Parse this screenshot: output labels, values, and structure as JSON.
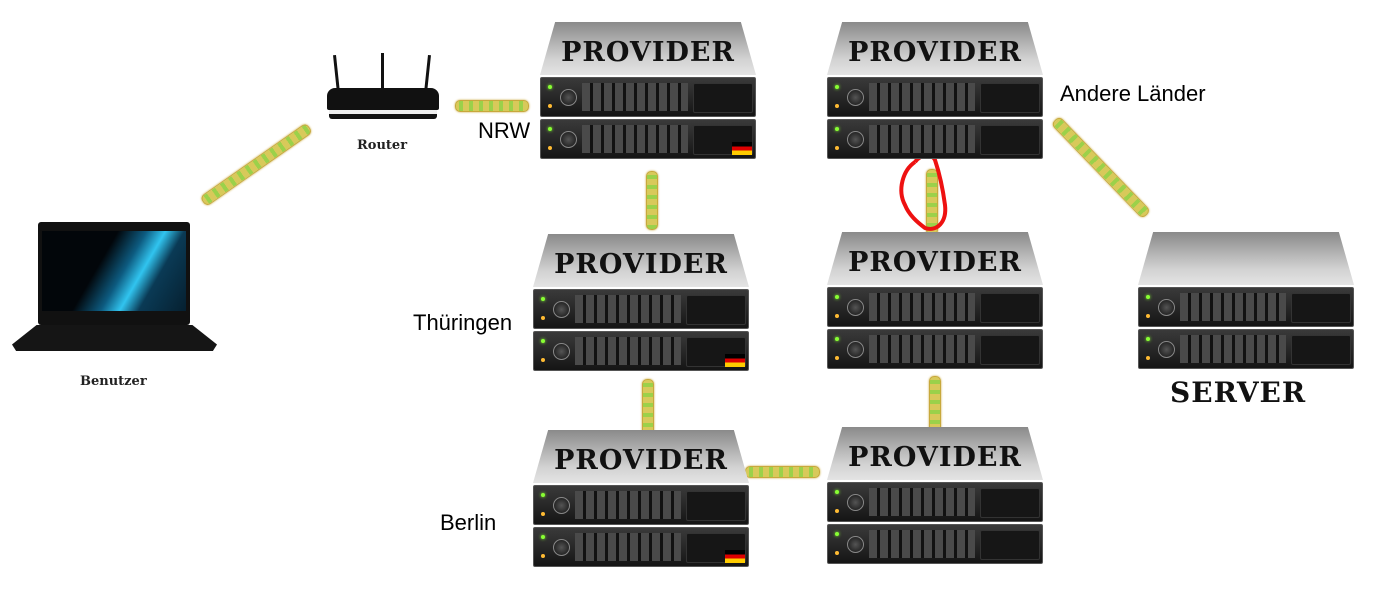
{
  "devices": {
    "laptop_label": "Benutzer",
    "router_label": "Router",
    "server_label": "SERVER"
  },
  "providers": [
    {
      "title": "PROVIDER",
      "region": "NRW",
      "flag": "de-flag"
    },
    {
      "title": "PROVIDER",
      "region": "Andere Länder",
      "flag": null
    },
    {
      "title": "PROVIDER",
      "region": "Thüringen",
      "flag": "de-flag"
    },
    {
      "title": "PROVIDER",
      "region": "",
      "flag": null
    },
    {
      "title": "PROVIDER",
      "region": "Berlin",
      "flag": "de-flag"
    },
    {
      "title": "PROVIDER",
      "region": "",
      "flag": null
    }
  ],
  "colors": {
    "highlight": "#ee1111",
    "cable": "#d8c95a"
  }
}
